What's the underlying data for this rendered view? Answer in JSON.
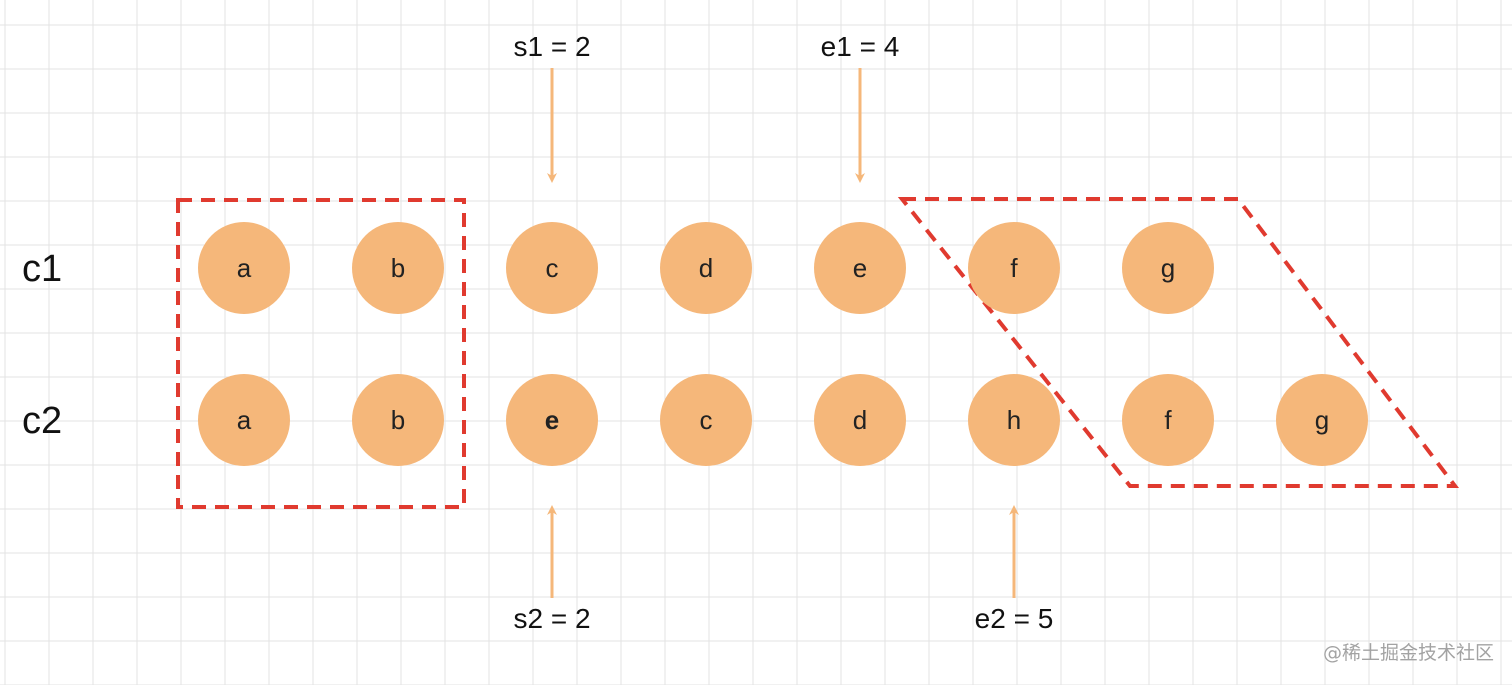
{
  "colors": {
    "grid": "#e3e3e3",
    "node_fill": "#f5b77a",
    "arrow": "#f5b77a",
    "dashed_border": "#e03a2f",
    "text": "#222222"
  },
  "rows": [
    {
      "label": "c1",
      "nodes": [
        {
          "id": "c1-0",
          "text": "a",
          "bold": false
        },
        {
          "id": "c1-1",
          "text": "b",
          "bold": false
        },
        {
          "id": "c1-2",
          "text": "c",
          "bold": false
        },
        {
          "id": "c1-3",
          "text": "d",
          "bold": false
        },
        {
          "id": "c1-4",
          "text": "e",
          "bold": false
        },
        {
          "id": "c1-5",
          "text": "f",
          "bold": false
        },
        {
          "id": "c1-6",
          "text": "g",
          "bold": false
        }
      ]
    },
    {
      "label": "c2",
      "nodes": [
        {
          "id": "c2-0",
          "text": "a",
          "bold": false
        },
        {
          "id": "c2-1",
          "text": "b",
          "bold": false
        },
        {
          "id": "c2-2",
          "text": "e",
          "bold": true
        },
        {
          "id": "c2-3",
          "text": "c",
          "bold": false
        },
        {
          "id": "c2-4",
          "text": "d",
          "bold": false
        },
        {
          "id": "c2-5",
          "text": "h",
          "bold": false
        },
        {
          "id": "c2-6",
          "text": "f",
          "bold": false
        },
        {
          "id": "c2-7",
          "text": "g",
          "bold": false
        }
      ]
    }
  ],
  "pointers": [
    {
      "id": "s1",
      "label": "s1 = 2",
      "row": 0,
      "index": 2,
      "side": "top"
    },
    {
      "id": "e1",
      "label": "e1 = 4",
      "row": 0,
      "index": 4,
      "side": "top"
    },
    {
      "id": "s2",
      "label": "s2 = 2",
      "row": 1,
      "index": 2,
      "side": "bottom"
    },
    {
      "id": "e2",
      "label": "e2 = 5",
      "row": 1,
      "index": 5,
      "side": "bottom"
    }
  ],
  "watermark": "@稀土掘金技术社区"
}
